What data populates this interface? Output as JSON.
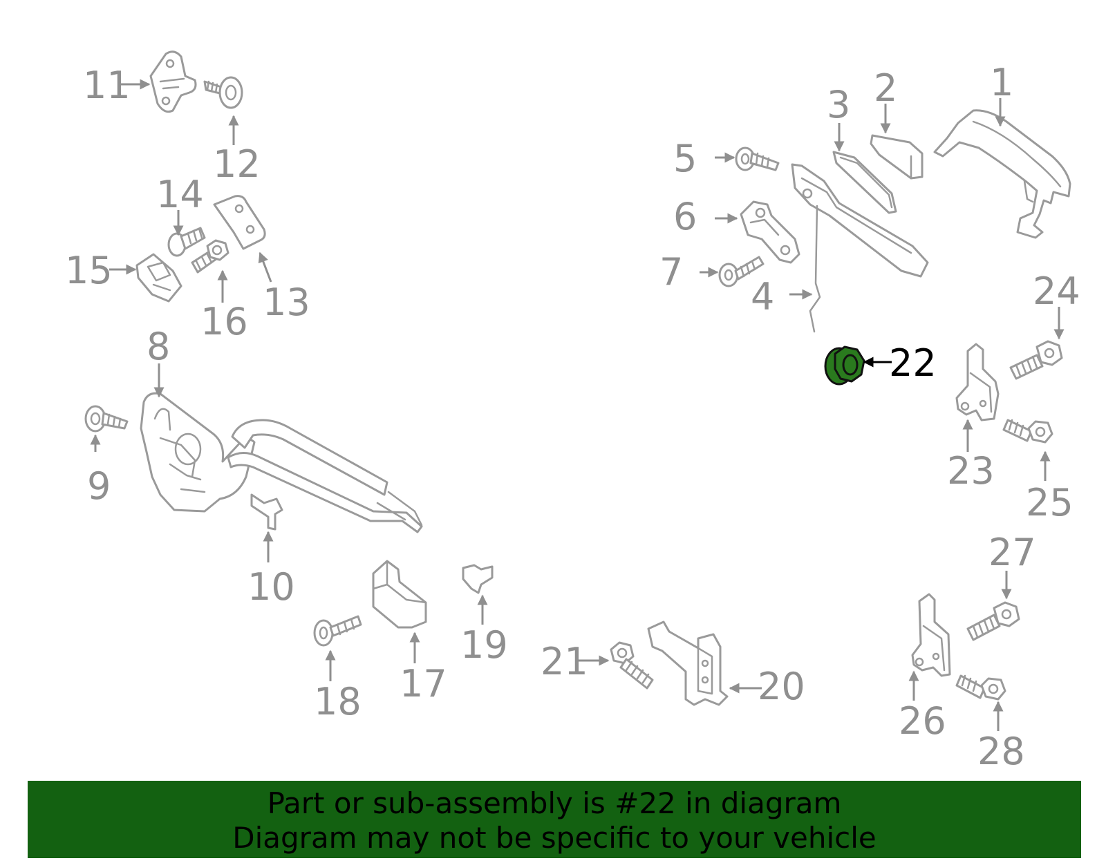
{
  "diagram": {
    "highlight_color": "#2a7a1e",
    "banner_color": "#136111",
    "part_color": "#9a9a9a",
    "highlighted_part": "22",
    "callouts": [
      "1",
      "2",
      "3",
      "4",
      "5",
      "6",
      "7",
      "8",
      "9",
      "10",
      "11",
      "12",
      "13",
      "14",
      "15",
      "16",
      "17",
      "18",
      "19",
      "20",
      "21",
      "22",
      "23",
      "24",
      "25",
      "26",
      "27",
      "28"
    ]
  },
  "banner": {
    "line1": "Part or sub-assembly is #22 in diagram",
    "line2": "Diagram may not be specific to your vehicle"
  }
}
